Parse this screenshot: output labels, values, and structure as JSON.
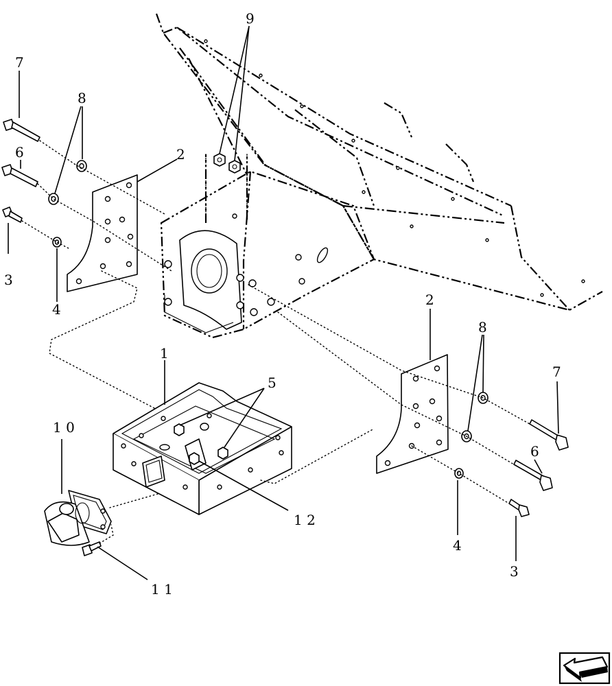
{
  "callouts": {
    "c1": "1",
    "c2a": "2",
    "c2b": "2",
    "c3a": "3",
    "c3b": "3",
    "c4a": "4",
    "c4b": "4",
    "c5": "5",
    "c6a": "6",
    "c6b": "6",
    "c7a": "7",
    "c7b": "7",
    "c8a": "8",
    "c8b": "8",
    "c9": "9",
    "c10": "1 0",
    "c11": "1 1",
    "c12": "1 2"
  },
  "icons": {
    "nav": "next-page-arrow-icon"
  }
}
